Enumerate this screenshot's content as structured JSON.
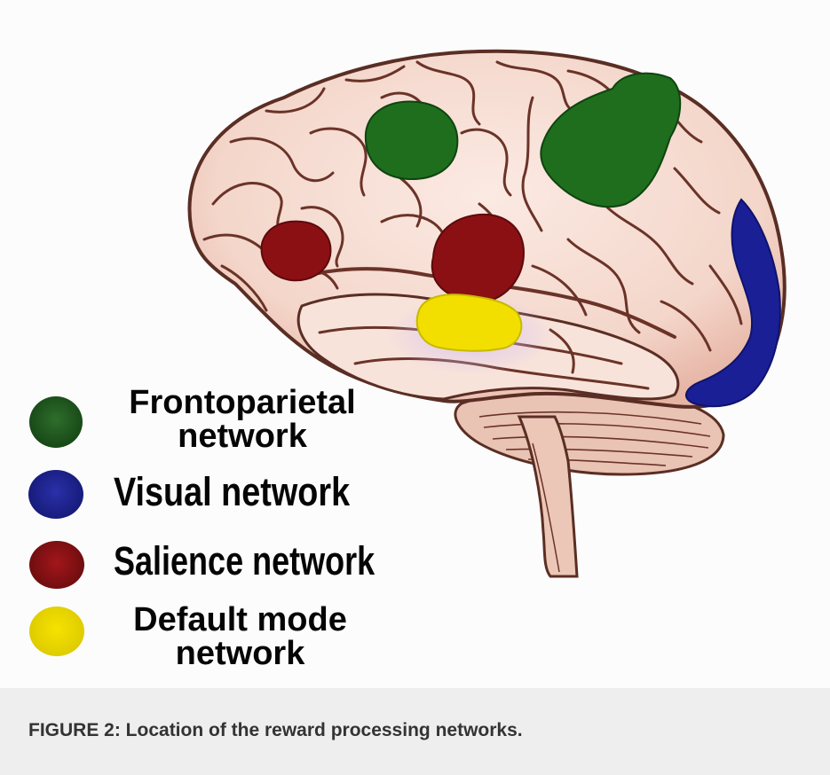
{
  "legend": {
    "frontoparietal": {
      "line1": "Frontoparietal",
      "line2": "network",
      "color": "#1f5a1e"
    },
    "visual": {
      "label": "Visual network",
      "color": "#1a1f8c"
    },
    "salience": {
      "label": "Salience network",
      "color": "#8b1013"
    },
    "default_mode": {
      "line1": "Default mode",
      "line2": "network",
      "color": "#e8d800"
    }
  },
  "caption": "FIGURE 2: Location of the reward processing networks.",
  "colors": {
    "brain_fill": "#f6ddd2",
    "brain_outline": "#5a2e24",
    "gyrus_line": "#6b3328",
    "caption_bg": "#eeeeee",
    "caption_text": "#333333"
  },
  "regions": [
    {
      "name": "frontoparietal-region-frontal",
      "network": "frontoparietal"
    },
    {
      "name": "frontoparietal-region-parietal",
      "network": "frontoparietal"
    },
    {
      "name": "salience-region-anterior",
      "network": "salience"
    },
    {
      "name": "salience-region-insula",
      "network": "salience"
    },
    {
      "name": "default-mode-region",
      "network": "default_mode"
    },
    {
      "name": "visual-region-occipital",
      "network": "visual"
    }
  ]
}
